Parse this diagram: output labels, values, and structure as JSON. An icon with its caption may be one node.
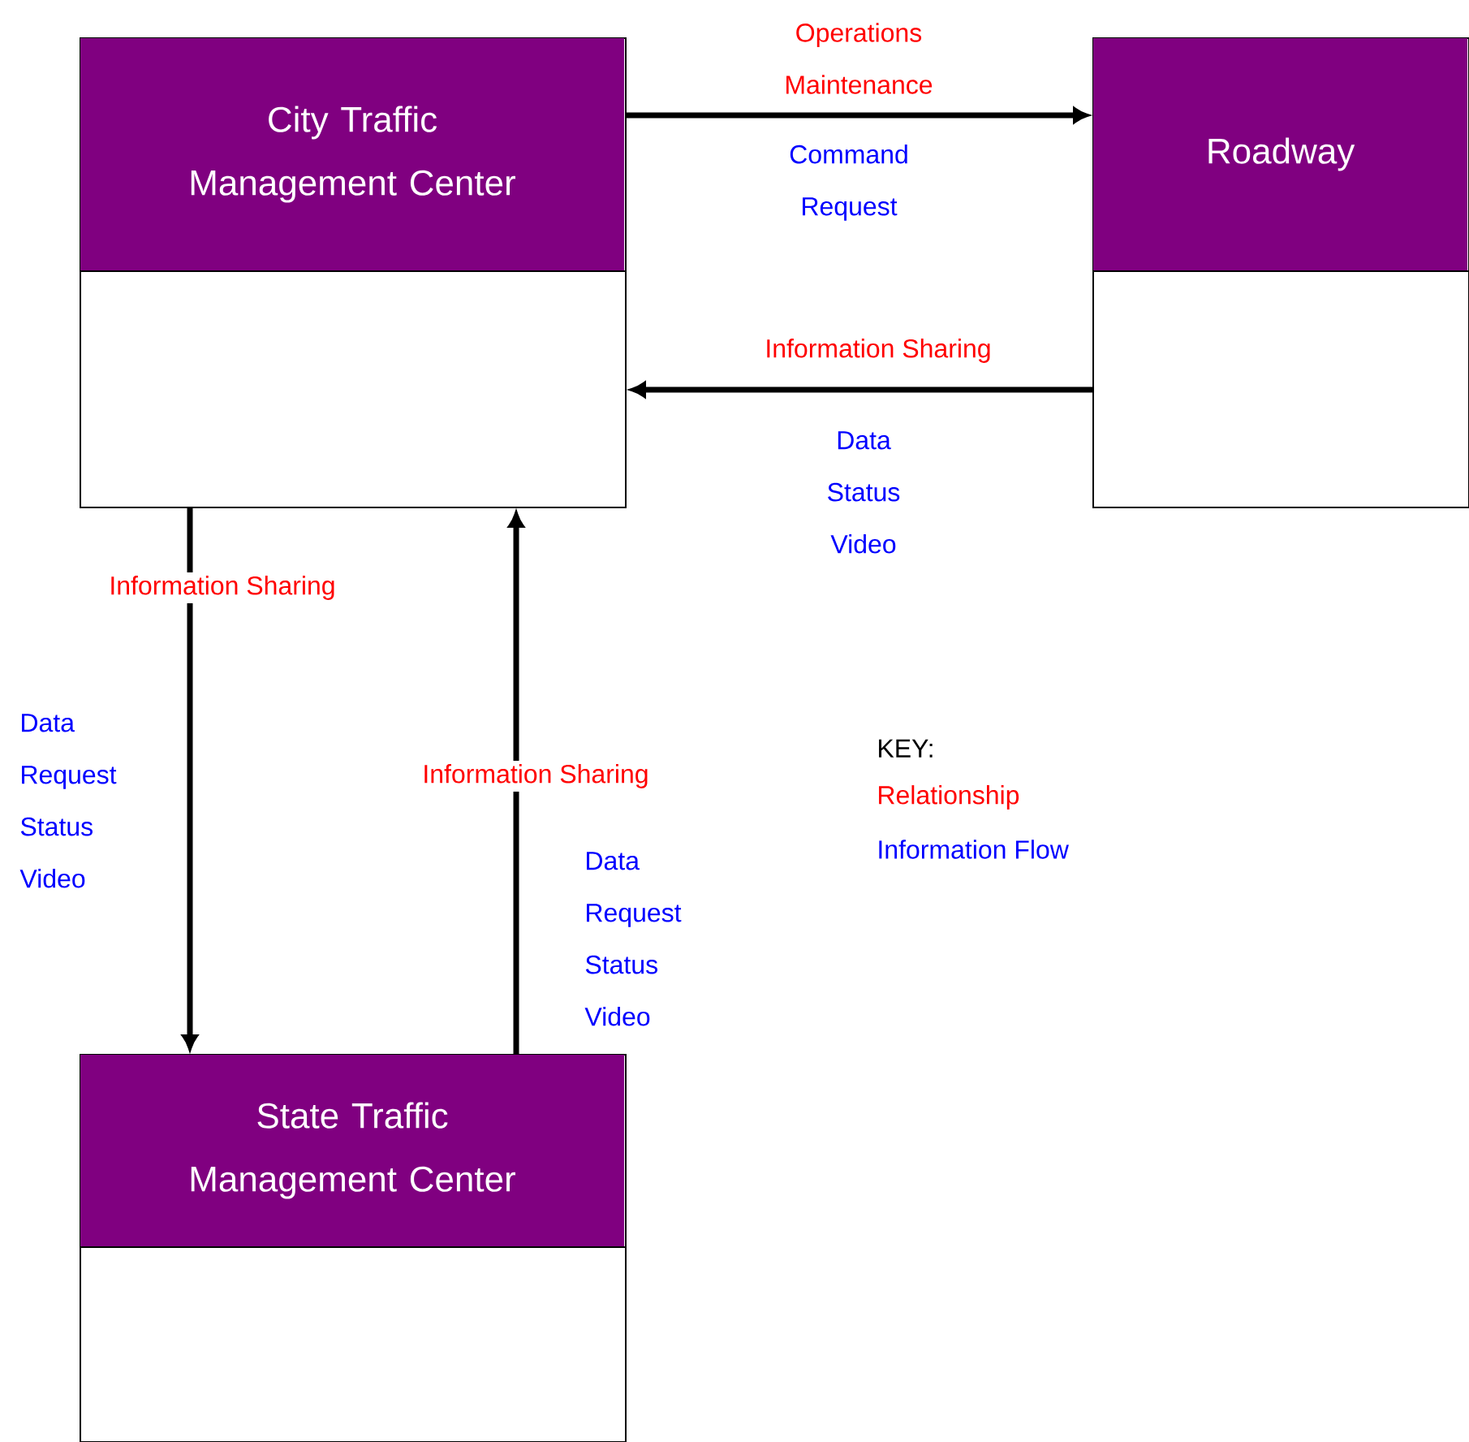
{
  "diagram": {
    "nodes": [
      {
        "text": [
          "City Traffic Management Center"
        ]
      },
      {
        "text": [
          "Roadway"
        ]
      },
      {
        "text": [
          "State Traffic Management Center"
        ]
      }
    ],
    "edges": [
      {
        "from": 0,
        "to": 1,
        "arrow": "to",
        "label": "Operations Maintenance"
      },
      {
        "from": 1,
        "to": 0,
        "arrow": "to",
        "label": "Information Sharing"
      },
      {
        "from": 0,
        "to": 2,
        "arrow": "to",
        "label": "Information Sharing"
      },
      {
        "from": 2,
        "to": 0,
        "arrow": "to",
        "label": "Information Sharing"
      }
    ],
    "labels": [
      "Command Request",
      "Data Status Video",
      "Data Request Status Video",
      "KEY:",
      "Data Request Status Video"
    ],
    "legend": [
      {
        "text": "Relationship",
        "color": "#ff0000"
      },
      {
        "text": "Information Flow",
        "color": "#0000ff"
      }
    ]
  }
}
